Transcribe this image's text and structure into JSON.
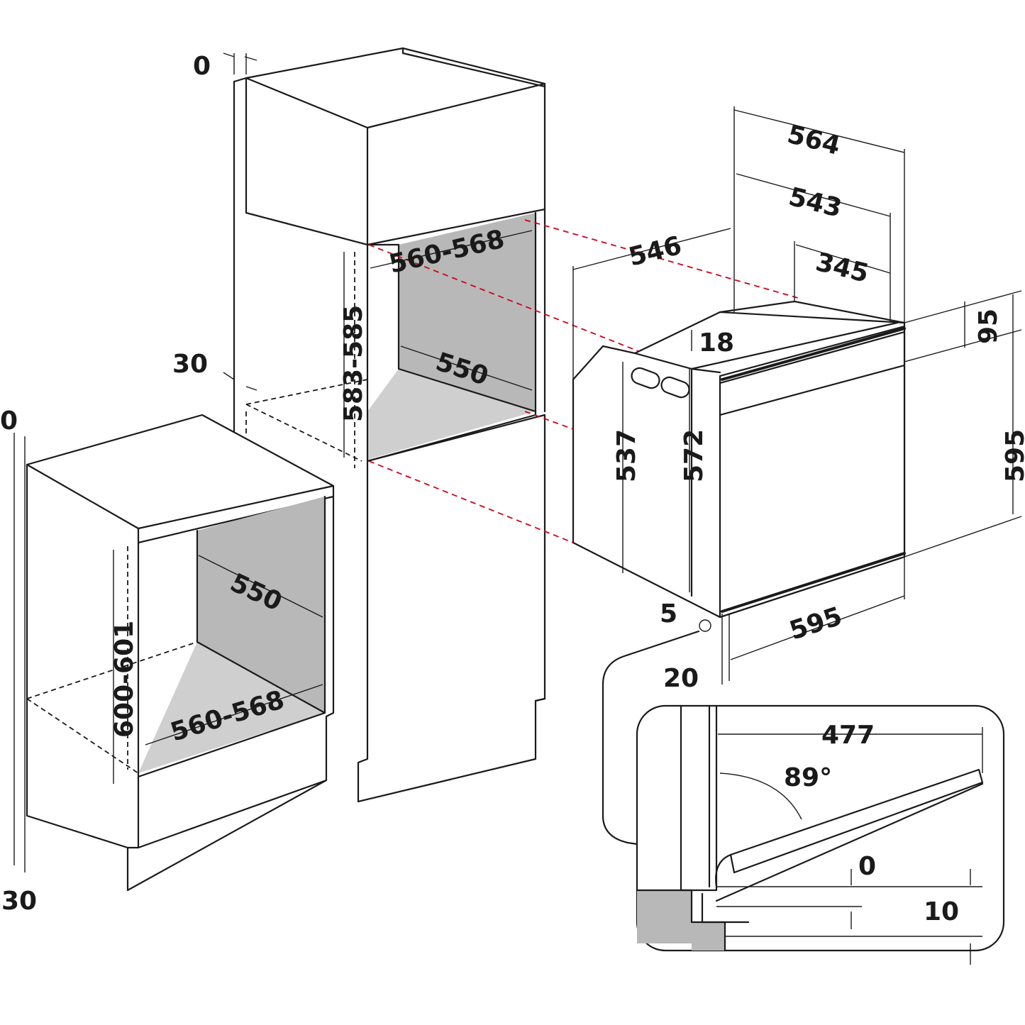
{
  "upper_cabinet": {
    "top_gap": "0",
    "side_gap": "30",
    "niche_width": "560-568",
    "niche_height": "583-585",
    "niche_depth": "550"
  },
  "lower_cabinet": {
    "top_gap": "0",
    "side_gap": "30",
    "niche_depth": "550",
    "niche_height": "600-601",
    "niche_width": "560-568"
  },
  "oven": {
    "depth_total": "564",
    "depth_body": "543",
    "depth_side": "546",
    "depth_rear": "345",
    "top_offset": "18",
    "panel_height": "95",
    "body_height_rear": "537",
    "body_height_front": "572",
    "front_height": "595",
    "front_width": "595",
    "bottom_offset": "5",
    "door_thickness": "20"
  },
  "door_detail": {
    "door_length": "477",
    "opening_angle": "89°",
    "gap_top": "0",
    "gap_bottom": "10"
  }
}
